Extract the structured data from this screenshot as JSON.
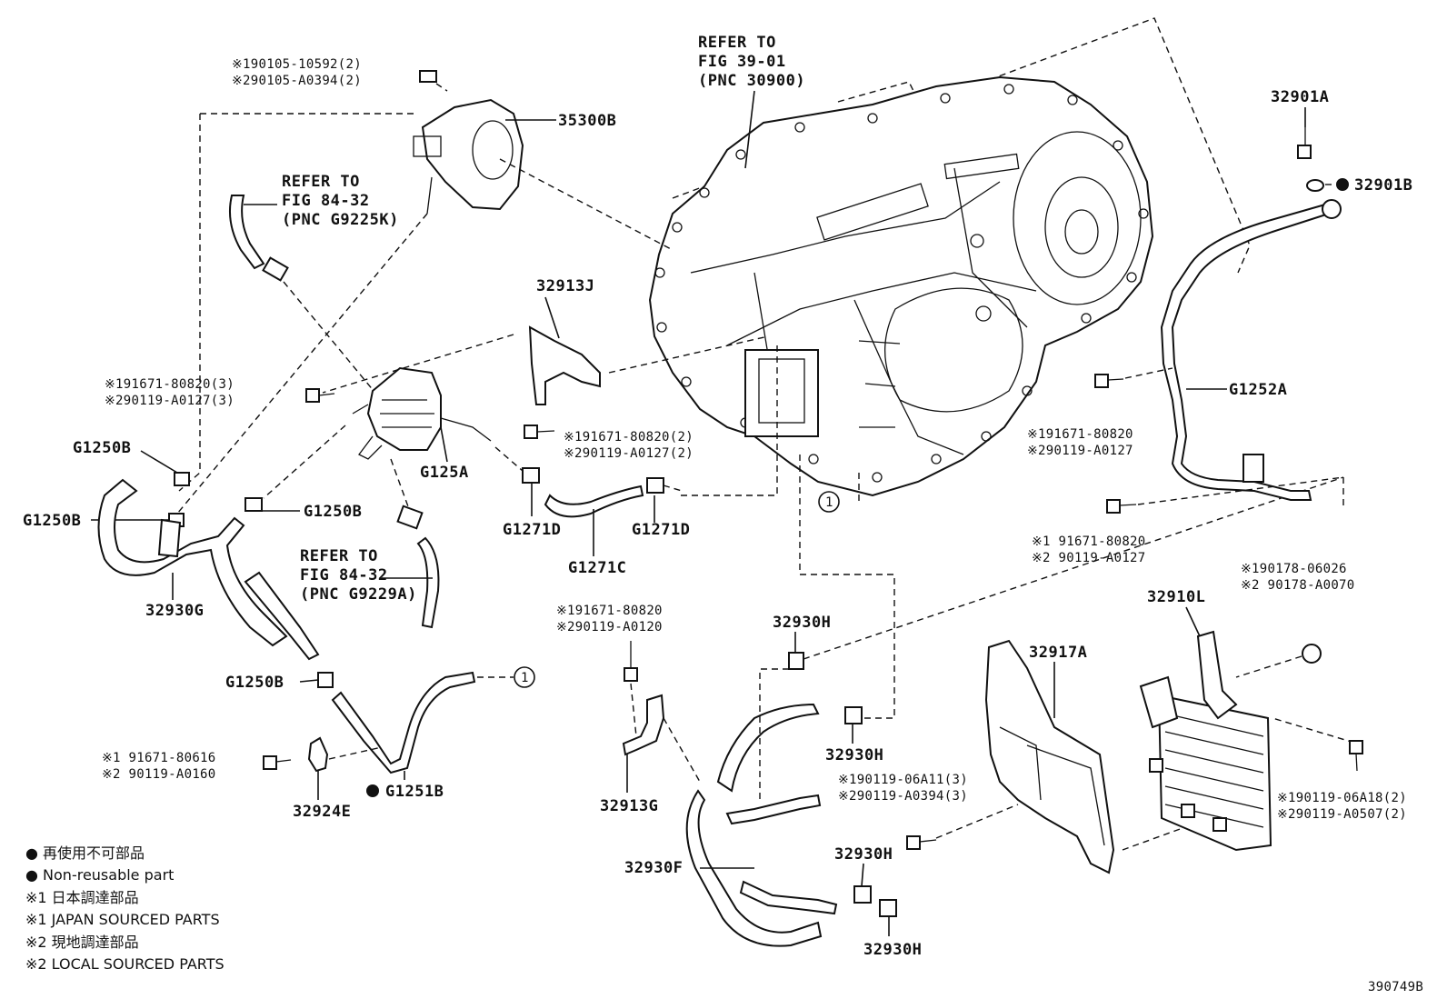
{
  "diagram_id": "390749B",
  "refs": {
    "fig39": [
      "REFER TO",
      "FIG 39-01",
      "(PNC 30900)"
    ],
    "fig84a": [
      "REFER TO",
      "FIG 84-32",
      "(PNC G9225K)"
    ],
    "fig84b": [
      "REFER TO",
      "FIG 84-32",
      "(PNC G9229A)"
    ]
  },
  "labels": {
    "p35300B": "35300B",
    "p32913J": "32913J",
    "p32901A": "32901A",
    "p32901B": "32901B",
    "pG1252A": "G1252A",
    "pG1250B_1": "G1250B",
    "pG1250B_2": "G1250B",
    "pG1250B_3": "G1250B",
    "pG1250B_4": "G1250B",
    "pG125A": "G125A",
    "pG1271D_1": "G1271D",
    "pG1271D_2": "G1271D",
    "pG1271C": "G1271C",
    "p32930G": "32930G",
    "pG1251B": "G1251B",
    "p32924E": "32924E",
    "p32913G": "32913G",
    "p32930F": "32930F",
    "p32930H_1": "32930H",
    "p32930H_2": "32930H",
    "p32930H_3": "32930H",
    "p32930H_4": "32930H",
    "p32917A": "32917A",
    "p32910L": "32910L",
    "circle1a": "1",
    "circle1b": "1"
  },
  "notes": {
    "n1": [
      "※190105-10592(2)",
      "※290105-A0394(2)"
    ],
    "n2": [
      "※191671-80820(3)",
      "※290119-A0127(3)"
    ],
    "n3": [
      "※191671-80820(2)",
      "※290119-A0127(2)"
    ],
    "n4": [
      "※191671-80820",
      "※290119-A0127"
    ],
    "n5": [
      "※1 91671-80820",
      "※2 90119-A0127"
    ],
    "n6": [
      "※190178-06026",
      "※2 90178-A0070"
    ],
    "n7": [
      "※191671-80820",
      "※290119-A0120"
    ],
    "n8": [
      "※1 91671-80616",
      "※2 90119-A0160"
    ],
    "n9": [
      "※190119-06A11(3)",
      "※290119-A0394(3)"
    ],
    "n10": [
      "※190119-06A18(2)",
      "※290119-A0507(2)"
    ]
  },
  "legend": [
    "● 再使用不可部品",
    "● Non-reusable part",
    "※1 日本調達部品",
    "※1 JAPAN SOURCED PARTS",
    "※2 現地調達部品",
    "※2 LOCAL SOURCED PARTS"
  ]
}
